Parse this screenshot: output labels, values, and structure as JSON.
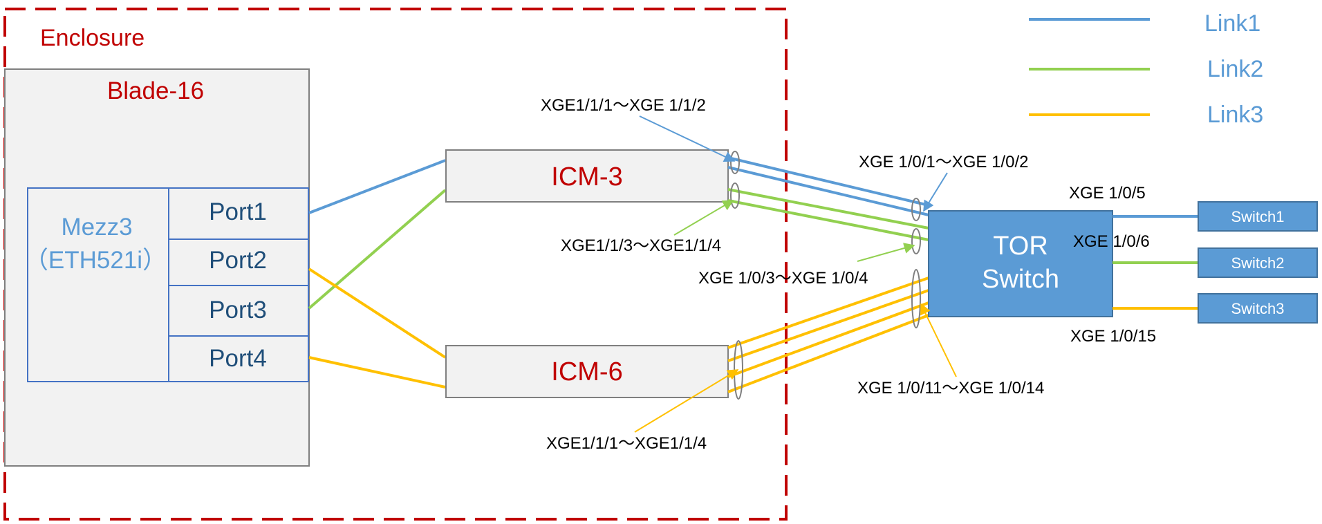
{
  "enclosure": {
    "label": "Enclosure"
  },
  "blade": {
    "label": "Blade-16"
  },
  "mezz": {
    "name": "Mezz3",
    "model": "（ETH521i）"
  },
  "ports": [
    {
      "label": "Port1"
    },
    {
      "label": "Port2"
    },
    {
      "label": "Port3"
    },
    {
      "label": "Port4"
    }
  ],
  "icm3": {
    "label": "ICM-3"
  },
  "icm6": {
    "label": "ICM-6"
  },
  "tor": {
    "line1": "TOR",
    "line2": "Switch"
  },
  "switches": [
    {
      "label": "Switch1"
    },
    {
      "label": "Switch2"
    },
    {
      "label": "Switch3"
    }
  ],
  "legend": [
    {
      "label": "Link1",
      "color": "#5b9bd5"
    },
    {
      "label": "Link2",
      "color": "#92d050"
    },
    {
      "label": "Link3",
      "color": "#ffc000"
    }
  ],
  "annotations": {
    "icm3_top": "XGE1/1/1～XGE 1/1/2",
    "icm3_bottom": "XGE1/1/3～XGE1/1/4",
    "icm6_bottom": "XGE1/1/1～XGE1/1/4",
    "tor_top": "XGE 1/0/1～XGE 1/0/2",
    "tor_mid": "XGE 1/0/3～XGE 1/0/4",
    "tor_bottom": "XGE 1/0/11～XGE 1/0/14",
    "sw1_port": "XGE 1/0/5",
    "sw2_port": "XGE 1/0/6",
    "sw3_port": "XGE 1/0/15"
  },
  "colors": {
    "link1": "#5b9bd5",
    "link2": "#92d050",
    "link3": "#ffc000",
    "enclosure_border": "#c00000",
    "device_title": "#c00000",
    "port_text": "#1f4e79",
    "mezz_text": "#5b9bd5",
    "box_border": "#7f7f7f",
    "box_fill": "#f2f2f2",
    "tor_fill": "#5b9bd5"
  }
}
